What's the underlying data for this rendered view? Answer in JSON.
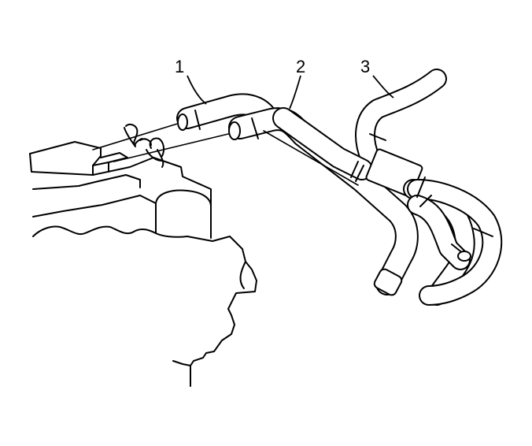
{
  "diagram": {
    "callouts": [
      {
        "id": "1",
        "label": "1"
      },
      {
        "id": "2",
        "label": "2"
      },
      {
        "id": "3",
        "label": "3"
      }
    ],
    "parts": {
      "engine_block": "engine-block",
      "hose_1": "heater-inlet-hose",
      "hose_2": "heater-outlet-hose",
      "hose_3": "coolant-hose-assembly",
      "clamps": "hose-clamps"
    }
  }
}
